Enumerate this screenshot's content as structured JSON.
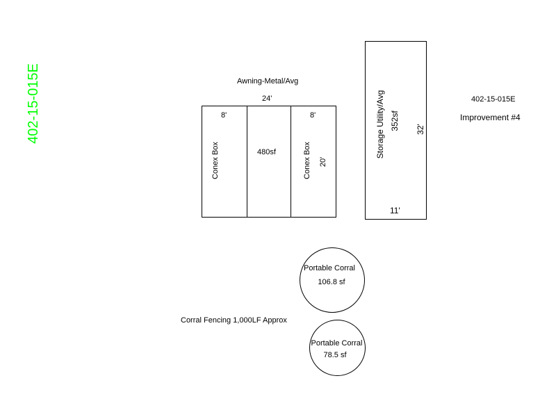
{
  "parcel_id_vertical": "402-15-015E",
  "awning": {
    "label": "Awning-Metal/Avg",
    "width_dim": "24'",
    "area": "480sf"
  },
  "conex_left": {
    "label": "Conex Box",
    "width_dim": "8'"
  },
  "conex_right": {
    "label": "Conex Box",
    "width_dim": "8'",
    "length_dim": "20'"
  },
  "storage": {
    "label": "Storage Utility/Avg",
    "area": "352sf",
    "length_dim": "32'",
    "width_dim": "11'"
  },
  "parcel_info": {
    "id": "402-15-015E",
    "improvement": "Improvement #4"
  },
  "corral_1": {
    "label": "Portable Corral",
    "area": "106.8 sf"
  },
  "corral_2": {
    "label": "Portable Corral",
    "area": "78.5 sf"
  },
  "fencing": {
    "label": "Corral Fencing 1,000LF Approx"
  },
  "colors": {
    "parcel_id": "#00ff00",
    "outline": "#000000"
  }
}
